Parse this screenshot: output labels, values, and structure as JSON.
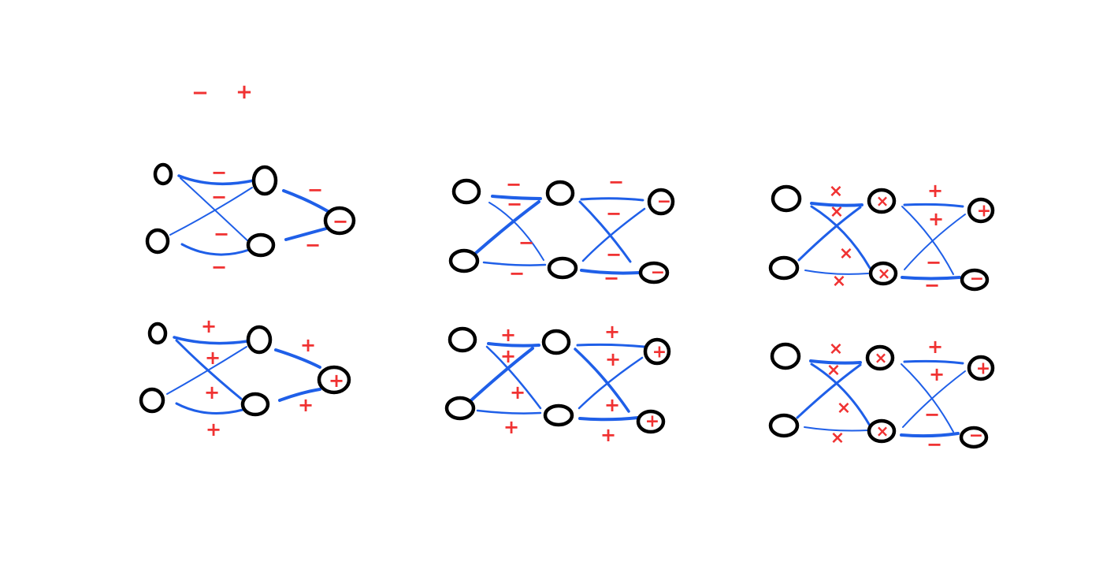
{
  "legend": {
    "minus_symbol": "−",
    "plus_symbol": "+"
  },
  "colors": {
    "node": "#000000",
    "edge": "#1f5fe8",
    "sign": "#f03232"
  },
  "networks": [
    {
      "id": "net-2layer-minus",
      "weight_signs": [
        "−",
        "−",
        "−",
        "−",
        "−",
        "−"
      ],
      "output_signs": [
        "−"
      ]
    },
    {
      "id": "net-3layer-minus",
      "weight_signs": [
        "−",
        "−",
        "−",
        "−",
        "−",
        "−",
        "−",
        "−"
      ],
      "output_signs": [
        "−",
        "−"
      ]
    },
    {
      "id": "net-3layer-mixed-a",
      "weight_signs": [
        "×",
        "×",
        "×",
        "×",
        "+",
        "+",
        "−",
        "−"
      ],
      "hidden_signs": [
        "×",
        "×"
      ],
      "output_signs": [
        "+",
        "−"
      ]
    },
    {
      "id": "net-2layer-plus",
      "weight_signs": [
        "+",
        "+",
        "+",
        "+",
        "+",
        "+"
      ],
      "output_signs": [
        "+"
      ]
    },
    {
      "id": "net-3layer-plus",
      "weight_signs": [
        "+",
        "+",
        "+",
        "+",
        "+",
        "+",
        "+",
        "+"
      ],
      "output_signs": [
        "+",
        "+"
      ]
    },
    {
      "id": "net-3layer-mixed-b",
      "weight_signs": [
        "×",
        "×",
        "×",
        "×",
        "+",
        "+",
        "−",
        "−"
      ],
      "hidden_signs": [
        "×",
        "×"
      ],
      "output_signs": [
        "+",
        "−"
      ]
    }
  ]
}
